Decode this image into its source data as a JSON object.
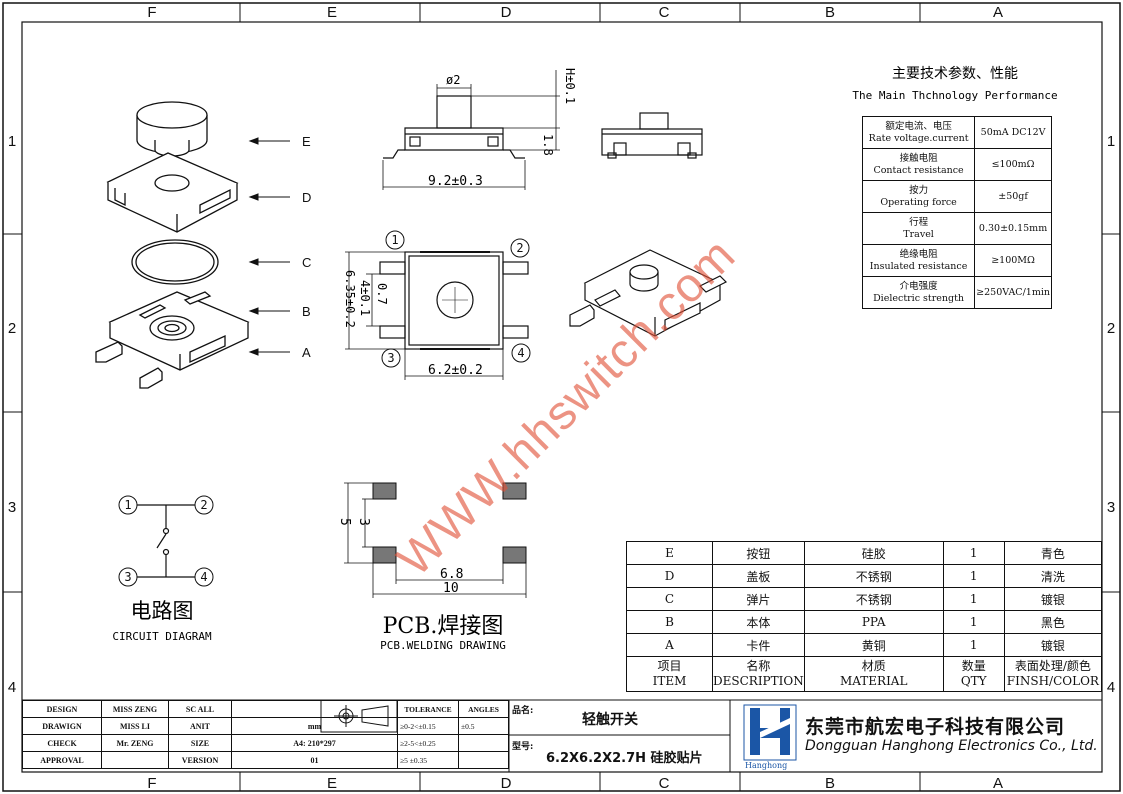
{
  "grid": {
    "cols": [
      "F",
      "E",
      "D",
      "C",
      "B",
      "A"
    ],
    "rows": [
      "1",
      "2",
      "3",
      "4"
    ]
  },
  "exploded": {
    "parts": [
      "E",
      "D",
      "C",
      "B",
      "A"
    ]
  },
  "front_view": {
    "dia": "ø2",
    "h_tol": "H±0.1",
    "height": "1.8",
    "width": "9.2±0.3"
  },
  "top_view": {
    "pins": [
      "1",
      "2",
      "3",
      "4"
    ],
    "dim_07": "0.7",
    "dim_4": "4±0.1",
    "dim_635": "6.35±0.2",
    "dim_62": "6.2±0.2"
  },
  "circuit": {
    "pins": [
      "1",
      "2",
      "3",
      "4"
    ],
    "title_cn": "电路图",
    "title_en": "CIRCUIT DIAGRAM"
  },
  "pcb": {
    "dim_5": "5",
    "dim_3": "3",
    "dim_68": "6.8",
    "dim_10": "10",
    "title_cn": "PCB.焊接图",
    "title_en": "PCB.WELDING DRAWING"
  },
  "watermark": "WWW.hhswitch.com",
  "specs": {
    "title_cn": "主要技术参数、性能",
    "title_en": "The Main Thchnology Performance",
    "rows": [
      {
        "cn": "额定电流、电压",
        "en": "Rate voltage.current",
        "val": "50mA DC12V"
      },
      {
        "cn": "接触电阻",
        "en": "Contact resistance",
        "val": "≤100mΩ"
      },
      {
        "cn": "按力",
        "en": "Operating force",
        "val": "±50gf"
      },
      {
        "cn": "行程",
        "en": "Travel",
        "val": "0.30±0.15mm"
      },
      {
        "cn": "绝缘电阻",
        "en": "Insulated resistance",
        "val": "≥100MΩ"
      },
      {
        "cn": "介电强度",
        "en": "Dielectric strength",
        "val": "≥250VAC/1min"
      }
    ]
  },
  "bom": {
    "rows": [
      {
        "item": "E",
        "name": "按钮",
        "material": "硅胶",
        "qty": "1",
        "finish": "青色"
      },
      {
        "item": "D",
        "name": "盖板",
        "material": "不锈钢",
        "qty": "1",
        "finish": "清洗"
      },
      {
        "item": "C",
        "name": "弹片",
        "material": "不锈钢",
        "qty": "1",
        "finish": "镀银"
      },
      {
        "item": "B",
        "name": "本体",
        "material": "PPA",
        "qty": "1",
        "finish": "黑色"
      },
      {
        "item": "A",
        "name": "卡件",
        "material": "黄铜",
        "qty": "1",
        "finish": "镀银"
      }
    ],
    "header": {
      "item_cn": "项目",
      "item_en": "ITEM",
      "name_cn": "名称",
      "name_en": "DESCRIPTION",
      "mat_cn": "材质",
      "mat_en": "MATERIAL",
      "qty_cn": "数量",
      "qty_en": "QTY",
      "fin_cn": "表面处理/颜色",
      "fin_en": "FINSH/COLOR"
    }
  },
  "title_block": {
    "design": "DESIGN",
    "design_by": "MISS ZENG",
    "sc": "SC ALL",
    "drawing": "DRAWIGN",
    "drawing_by": "MISS LI",
    "unit": "ANIT",
    "unit_val": "mm",
    "check": "CHECK",
    "check_by": "Mr. ZENG",
    "size": "SIZE",
    "size_val": "A4: 210*297",
    "approval": "APPROVAL",
    "version": "VERSION",
    "version_val": "01",
    "tolerance": "TOLERANCE",
    "angles": "ANGLES",
    "tol1": "≥0-2<±0.15",
    "tol1b": "±0.5",
    "tol2": "≥2-5<±0.25",
    "tol3": "≥5  ±0.35",
    "product_label": "品名:",
    "product": "轻触开关",
    "model_label": "型号:",
    "model": "6.2X6.2X2.7H 硅胶贴片",
    "company_cn": "东莞市航宏电子科技有限公司",
    "company_en": "Dongguan Hanghong Electronics Co., Ltd.",
    "logo_text": "Hanghong"
  }
}
